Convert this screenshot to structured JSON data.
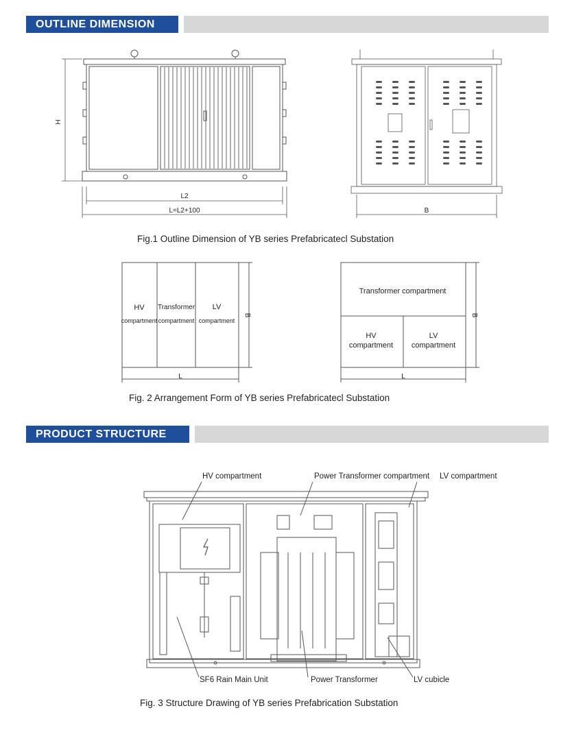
{
  "sections": {
    "outline_title": "OUTLINE DIMENSION",
    "structure_title": "PRODUCT STRUCTURE"
  },
  "fig1": {
    "caption": "Fig.1  Outline Dimension of YB series Prefabricatecl Substation",
    "label_h": "H",
    "label_l2": "L2",
    "label_l": "L=L2+100",
    "label_b": "B"
  },
  "fig2": {
    "caption": "Fig. 2  Arrangement Form of YB series Prefabricatecl Substation",
    "left": {
      "hv_title": "HV",
      "hv_sub": "compartment",
      "tr_title": "Transformer",
      "tr_sub": "compartment",
      "lv_title": "LV",
      "lv_sub": "compartment",
      "dim_l": "L",
      "dim_b": "B"
    },
    "right": {
      "tr_label": "Transformer compartment",
      "hv_title": "HV",
      "hv_sub": "compartment",
      "lv_title": "LV",
      "lv_sub": "compartment",
      "dim_l": "L",
      "dim_b": "B"
    }
  },
  "fig3": {
    "caption": "Fig. 3  Structure Drawing of YB series Prefabrication Substation",
    "labels": {
      "hv_compartment": "HV compartment",
      "power_transformer_compartment": "Power Transformer compartment",
      "lv_compartment": "LV compartment",
      "sf6_unit": "SF6 Rain Main Unit",
      "power_transformer": "Power Transformer",
      "lv_cubicle": "LV cubicle"
    }
  },
  "colors": {
    "header_blue": "#1f4e9a",
    "header_gray": "#d7d7d7",
    "line": "#555555"
  }
}
